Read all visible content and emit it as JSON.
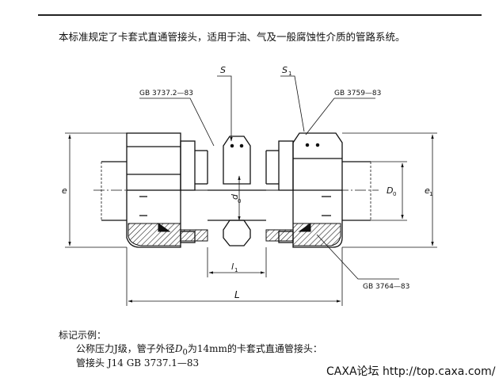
{
  "intro_text": "本标准规定了卡套式直通管接头，适用于油、气及一般腐蚀性介质的管路系统。",
  "drawing": {
    "label_S": "S",
    "label_S1": "S",
    "label_S1_sub": "1",
    "callout_left": "GB  3737.2—83",
    "callout_right": "GB  3759—83",
    "callout_bottom": "GB  3764—83",
    "dim_e": "e",
    "dim_d0": "d",
    "dim_d0_sub": "0",
    "dim_D0": "D",
    "dim_D0_sub": "0",
    "dim_e1": "e",
    "dim_e1_sub": "1",
    "dim_l1": "l",
    "dim_l1_sub": "1",
    "dim_L": "L"
  },
  "marking_example": {
    "title": "标记示例：",
    "line1_prefix": "公称压力J级，管子外径",
    "line1_var": "D",
    "line1_var_sub": "0",
    "line1_suffix": "为14mm的卡套式直通管接头：",
    "line2": "管接头   J14   GB  3737.1—83"
  },
  "watermark": "CAXA论坛 http://top.caxa.com/"
}
